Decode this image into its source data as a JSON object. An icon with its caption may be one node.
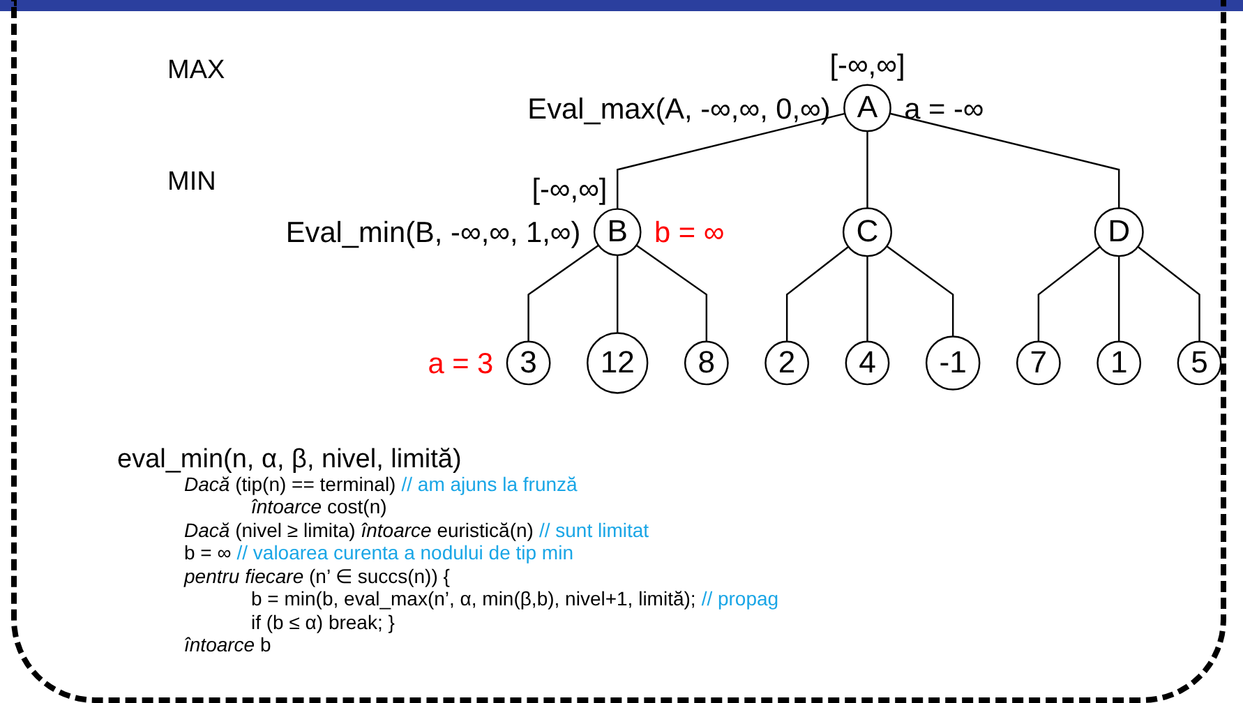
{
  "diagram": {
    "nodes": [
      {
        "text": [
          "A"
        ],
        "beside": [
          "[-∞,∞]",
          "Eval_max(A, -∞,∞, 0,∞)",
          "a = -∞"
        ]
      },
      {
        "text": [
          "B"
        ],
        "beside": [
          "[-∞,∞]",
          "Eval_min(B, -∞,∞, 1,∞)",
          "b = ∞"
        ]
      },
      {
        "text": [
          "C"
        ]
      },
      {
        "text": [
          "D"
        ]
      },
      {
        "text": [
          "3"
        ],
        "beside": [
          "a = 3"
        ]
      },
      {
        "text": [
          "12"
        ]
      },
      {
        "text": [
          "8"
        ]
      },
      {
        "text": [
          "2"
        ]
      },
      {
        "text": [
          "4"
        ]
      },
      {
        "text": [
          "-1"
        ]
      },
      {
        "text": [
          "7"
        ]
      },
      {
        "text": [
          "1"
        ]
      },
      {
        "text": [
          "5"
        ]
      }
    ],
    "edges": [
      {
        "from": 0,
        "to": 1,
        "arrow": "none"
      },
      {
        "from": 0,
        "to": 2,
        "arrow": "none"
      },
      {
        "from": 0,
        "to": 3,
        "arrow": "none"
      },
      {
        "from": 1,
        "to": 4,
        "arrow": "none"
      },
      {
        "from": 1,
        "to": 5,
        "arrow": "none"
      },
      {
        "from": 1,
        "to": 6,
        "arrow": "none"
      },
      {
        "from": 2,
        "to": 7,
        "arrow": "none"
      },
      {
        "from": 2,
        "to": 8,
        "arrow": "none"
      },
      {
        "from": 2,
        "to": 9,
        "arrow": "none"
      },
      {
        "from": 3,
        "to": 10,
        "arrow": "none"
      },
      {
        "from": 3,
        "to": 11,
        "arrow": "none"
      },
      {
        "from": 3,
        "to": 12,
        "arrow": "none"
      }
    ],
    "labels": [
      "MAX",
      "MIN",
      "eval_min(n, α, β, nivel, limită)",
      "*Dacă* (tip(n) == terminal)",
      "// am ajuns la frunză",
      "*întoarce* cost(n)",
      "*Dacă* (nivel ≥ limita) *întoarce* euristică(n)",
      "// sunt limitat",
      "b = ∞",
      "// valoarea curenta a nodului de tip min",
      "*pentru fiecare* (n’ ∈ succs(n)) {",
      "b = min(b, eval_max(n’, α, min(β,b), nivel+1, limită);",
      "// propag",
      "if (b ≤ α) break; }",
      "*întoarce* b"
    ]
  }
}
